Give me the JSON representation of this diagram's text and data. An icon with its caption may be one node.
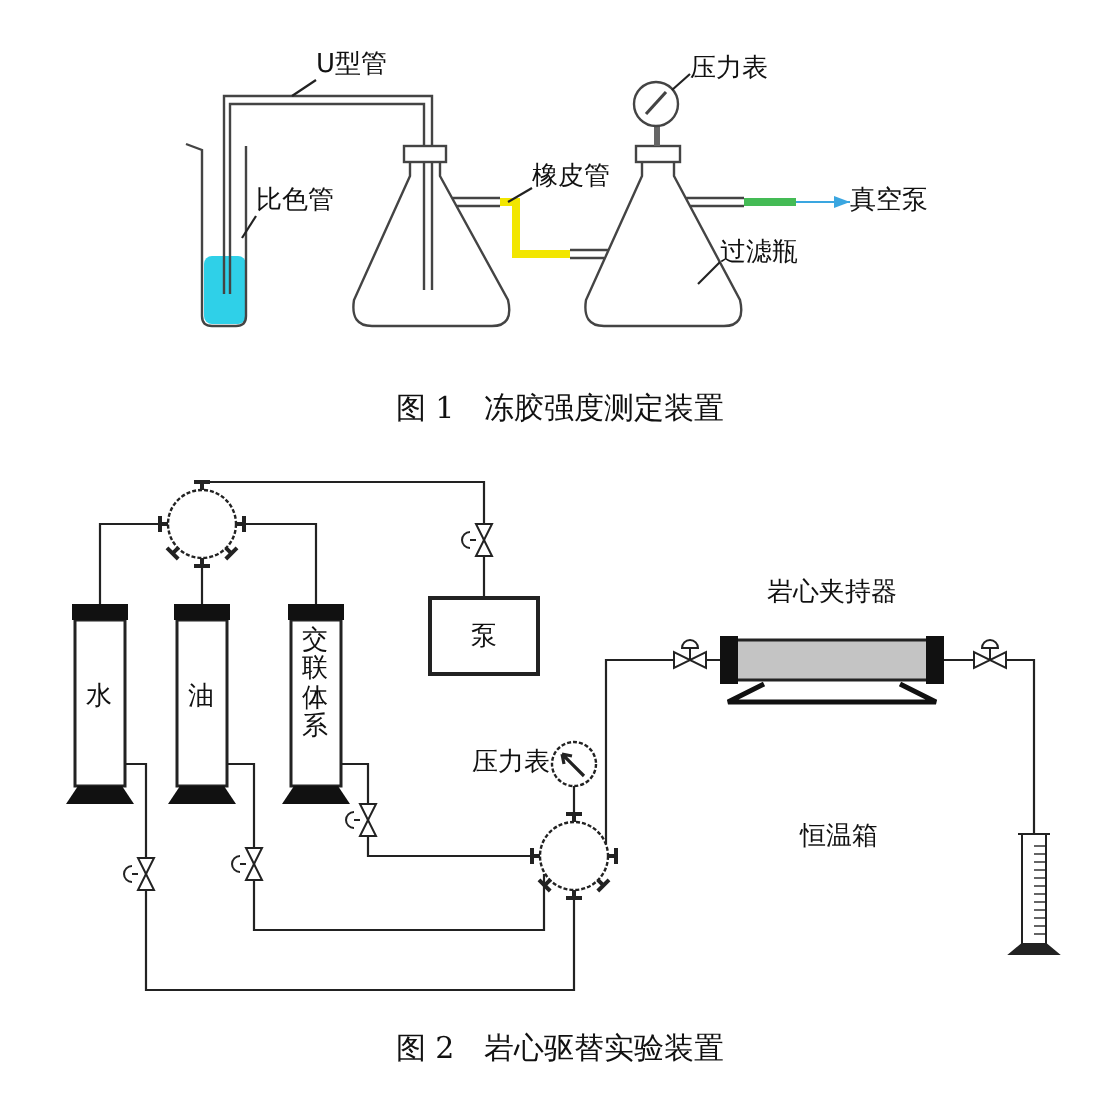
{
  "diagram": {
    "nodes": [
      {
        "text": [
          "比色管"
        ]
      },
      {
        "text": [
          "U型管"
        ]
      },
      {
        "text": [
          "橡皮管"
        ]
      },
      {
        "text": [
          "压力表"
        ]
      },
      {
        "text": [
          "过滤瓶"
        ]
      },
      {
        "text": [
          "真空泵"
        ]
      },
      {
        "text": [],
        "shape": "circle"
      },
      {
        "text": [
          "水"
        ]
      },
      {
        "text": [
          "油"
        ]
      },
      {
        "text": [
          "交联体系"
        ]
      },
      {
        "text": [
          "泵"
        ]
      },
      {
        "text": [],
        "shape": "circle"
      },
      {
        "text": [],
        "shape": "circle",
        "beside": [
          "压力表"
        ]
      },
      {
        "text": [
          "岩心夹持器"
        ]
      },
      {
        "text": [],
        "shape": "cylinder"
      },
      {
        "text": [],
        "shape": "bar"
      }
    ],
    "edges": [
      {
        "from": 0,
        "to": null,
        "arrow": "none"
      },
      {
        "from": 1,
        "to": null,
        "arrow": "none"
      },
      {
        "from": 2,
        "to": null,
        "arrow": "none"
      },
      {
        "from": 3,
        "to": null,
        "arrow": "none"
      },
      {
        "from": 4,
        "to": null,
        "arrow": "none"
      },
      {
        "from": 15,
        "to": 5,
        "arrow": "to",
        "color": "#3aa6e0"
      },
      {
        "from": 6,
        "to": 7,
        "arrow": "none"
      },
      {
        "from": 6,
        "to": 8,
        "arrow": "none"
      },
      {
        "from": 6,
        "to": 9,
        "arrow": "none"
      },
      {
        "from": 6,
        "to": 10,
        "arrow": "none"
      },
      {
        "from": 7,
        "to": 11,
        "arrow": "none"
      },
      {
        "from": 8,
        "to": 11,
        "arrow": "none"
      },
      {
        "from": 9,
        "to": 11,
        "arrow": "none"
      },
      {
        "from": 11,
        "to": 13,
        "arrow": "none"
      },
      {
        "from": 13,
        "to": 14,
        "arrow": "none"
      },
      {
        "from": 12,
        "to": 11,
        "arrow": "none"
      }
    ],
    "labels": [
      "图 1　冻胶强度测定装置",
      "恒温箱",
      "图 2　岩心驱替实验装置"
    ]
  }
}
